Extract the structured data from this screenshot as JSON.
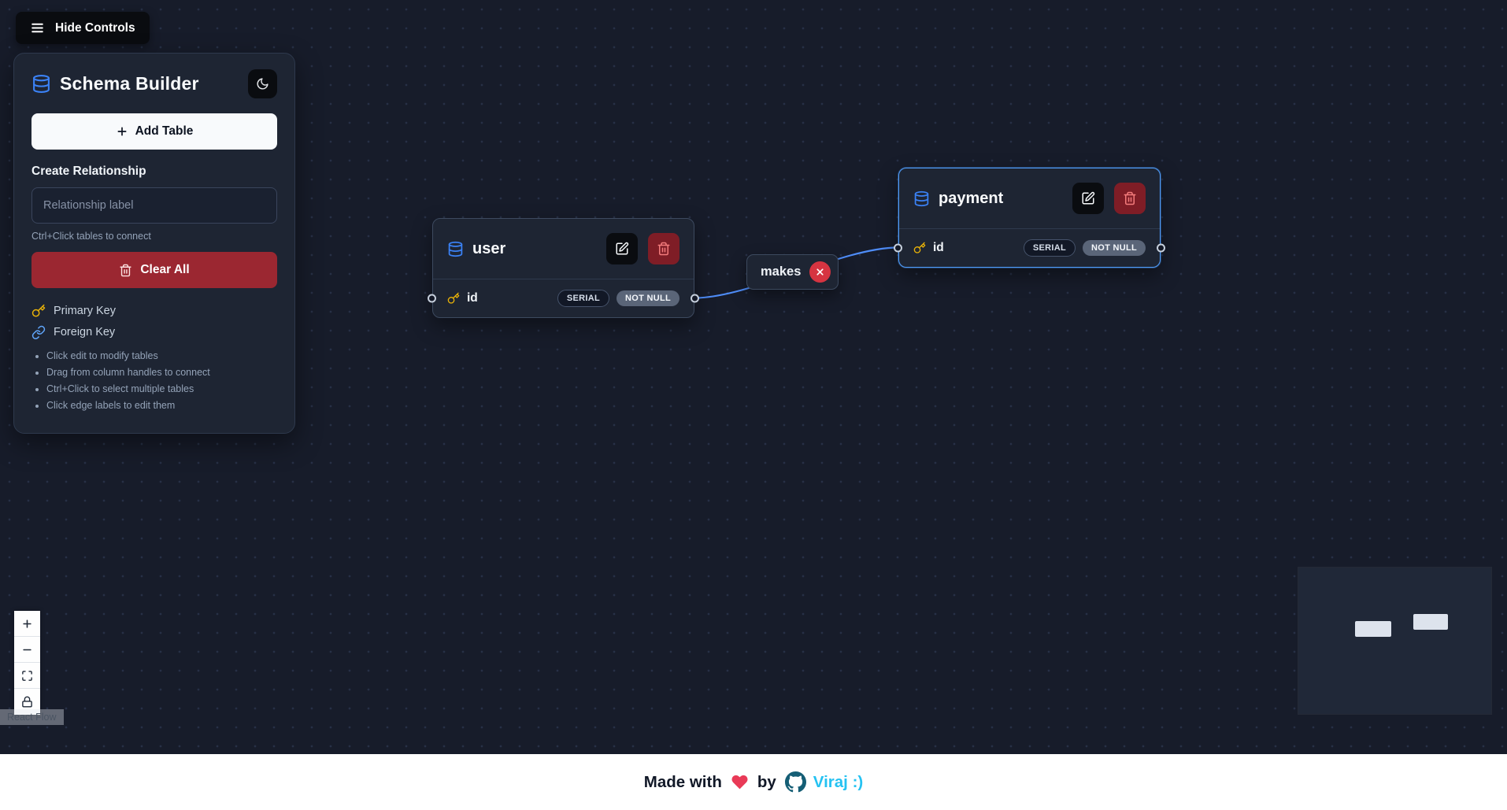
{
  "header": {
    "hide_controls_label": "Hide Controls"
  },
  "sidebar": {
    "title": "Schema Builder",
    "add_table_label": "Add Table",
    "create_relationship_heading": "Create Relationship",
    "relationship_input": {
      "value": "",
      "placeholder": "Relationship label"
    },
    "connect_hint": "Ctrl+Click tables to connect",
    "clear_all_label": "Clear All",
    "legend": [
      {
        "icon": "primary-key-icon",
        "label": "Primary Key"
      },
      {
        "icon": "foreign-key-icon",
        "label": "Foreign Key"
      }
    ],
    "tips": [
      "Click edit to modify tables",
      "Drag from column handles to connect",
      "Ctrl+Click to select multiple tables",
      "Click edge labels to edit them"
    ]
  },
  "canvas": {
    "nodes": [
      {
        "title": "user",
        "selected": false,
        "columns": [
          {
            "name": "id",
            "type": "SERIAL",
            "constraint": "NOT NULL",
            "primary_key": true
          }
        ]
      },
      {
        "title": "payment",
        "selected": true,
        "columns": [
          {
            "name": "id",
            "type": "SERIAL",
            "constraint": "NOT NULL",
            "primary_key": true
          }
        ]
      }
    ],
    "edges": [
      {
        "label": "makes",
        "source": "user",
        "target": "payment"
      }
    ]
  },
  "flow_controls": {
    "buttons": [
      "zoom-in",
      "zoom-out",
      "fit-view",
      "lock"
    ],
    "attribution": "React Flow"
  },
  "minimap": {
    "nodes": [
      "user",
      "payment"
    ]
  },
  "footer": {
    "made_with": "Made with",
    "by": "by",
    "author": "Viraj :)",
    "heart_icon": "heart",
    "github_icon": "github"
  },
  "colors": {
    "canvas_bg": "#171c2a",
    "panel_bg": "#1e2533",
    "accent": "#3b82f6",
    "edge": "#4f8df9",
    "primary_key": "#eab308",
    "foreign_key": "#60a5fa",
    "danger": "#d63441",
    "clear_all": "#9b2731",
    "author_link": "#25c2f2",
    "heart": "#e93a57",
    "footer_bg": "#ffffff"
  }
}
